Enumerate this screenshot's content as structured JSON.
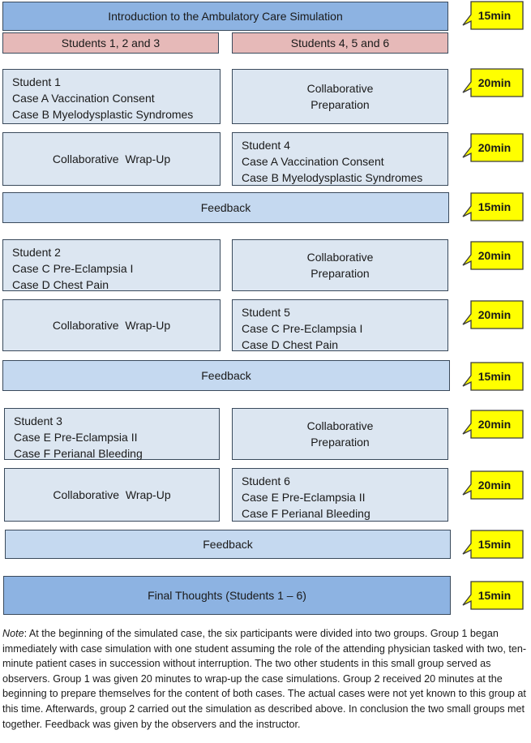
{
  "intro": "Introduction to the Ambulatory Care Simulation",
  "group1": "Students 1, 2 and 3",
  "group2": "Students 4, 5 and 6",
  "blocks": [
    {
      "left": [
        "Student 1",
        "Case A Vaccination Consent",
        "Case B Myelodysplastic Syndromes"
      ],
      "right": [
        "Collaborative",
        "Preparation"
      ],
      "wrap": "Collaborative  Wrap-Up",
      "right2": [
        "Student 4",
        "Case A Vaccination Consent",
        "Case B Myelodysplastic Syndromes"
      ],
      "feedback": "Feedback"
    },
    {
      "left": [
        "Student 2",
        "Case C Pre-Eclampsia I",
        "Case D Chest Pain"
      ],
      "right": [
        "Collaborative",
        "Preparation"
      ],
      "wrap": "Collaborative  Wrap-Up",
      "right2": [
        "Student 5",
        "Case C Pre-Eclampsia I",
        "Case D Chest Pain"
      ],
      "feedback": "Feedback"
    },
    {
      "left": [
        "Student 3",
        "Case E Pre-Eclampsia II",
        "Case F Perianal Bleeding"
      ],
      "right": [
        "Collaborative",
        "Preparation"
      ],
      "wrap": "Collaborative  Wrap-Up",
      "right2": [
        "Student 6",
        "Case E Pre-Eclampsia II",
        "Case F Perianal Bleeding"
      ],
      "feedback": "Feedback"
    }
  ],
  "final": "Final Thoughts (Students 1 – 6)",
  "times": [
    "15min",
    "20min",
    "20min",
    "15min",
    "20min",
    "20min",
    "15min",
    "20min",
    "20min",
    "15min",
    "15min"
  ],
  "colors": {
    "callout_fill": "#ffff00",
    "callout_border": "#3a3a3a",
    "box_light": "#dce6f1",
    "box_blue": "#c5d9f0",
    "box_dark": "#8db3e2",
    "box_pink": "#e6b9b8"
  },
  "note": {
    "label": "Note",
    "text": ": At the beginning of the simulated case, the six participants were divided into two groups. Group 1 began immediately with case simulation with one student assuming the role of the attending physician tasked with two, ten-minute patient cases in succession without interruption. The two other students in this small group served as observers. Group 1 was given 20 minutes to wrap-up the case simulations. Group 2 received 20 minutes at the beginning to prepare themselves for the content of both cases. The actual cases were not yet known to this group at this time. Afterwards, group 2 carried out the simulation as described above. In conclusion the two small groups met together. Feedback was given by the observers and the instructor."
  }
}
